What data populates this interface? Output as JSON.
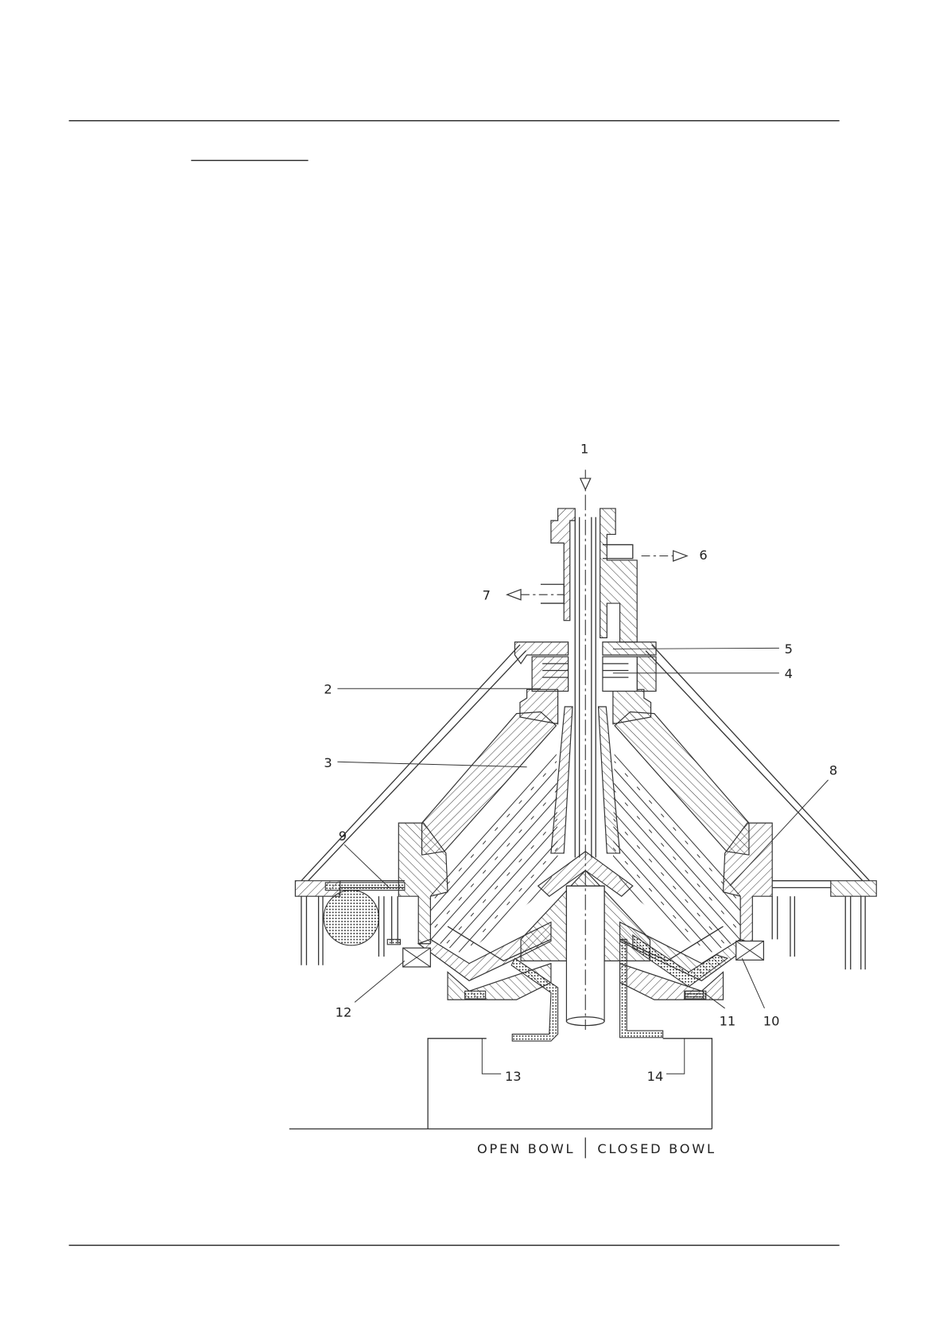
{
  "callouts": [
    "1",
    "2",
    "3",
    "4",
    "5",
    "6",
    "7",
    "8",
    "9",
    "10",
    "11",
    "12",
    "13",
    "14"
  ],
  "footer": {
    "open_bowl": "OPEN BOWL",
    "closed_bowl": "CLOSED BOWL"
  }
}
